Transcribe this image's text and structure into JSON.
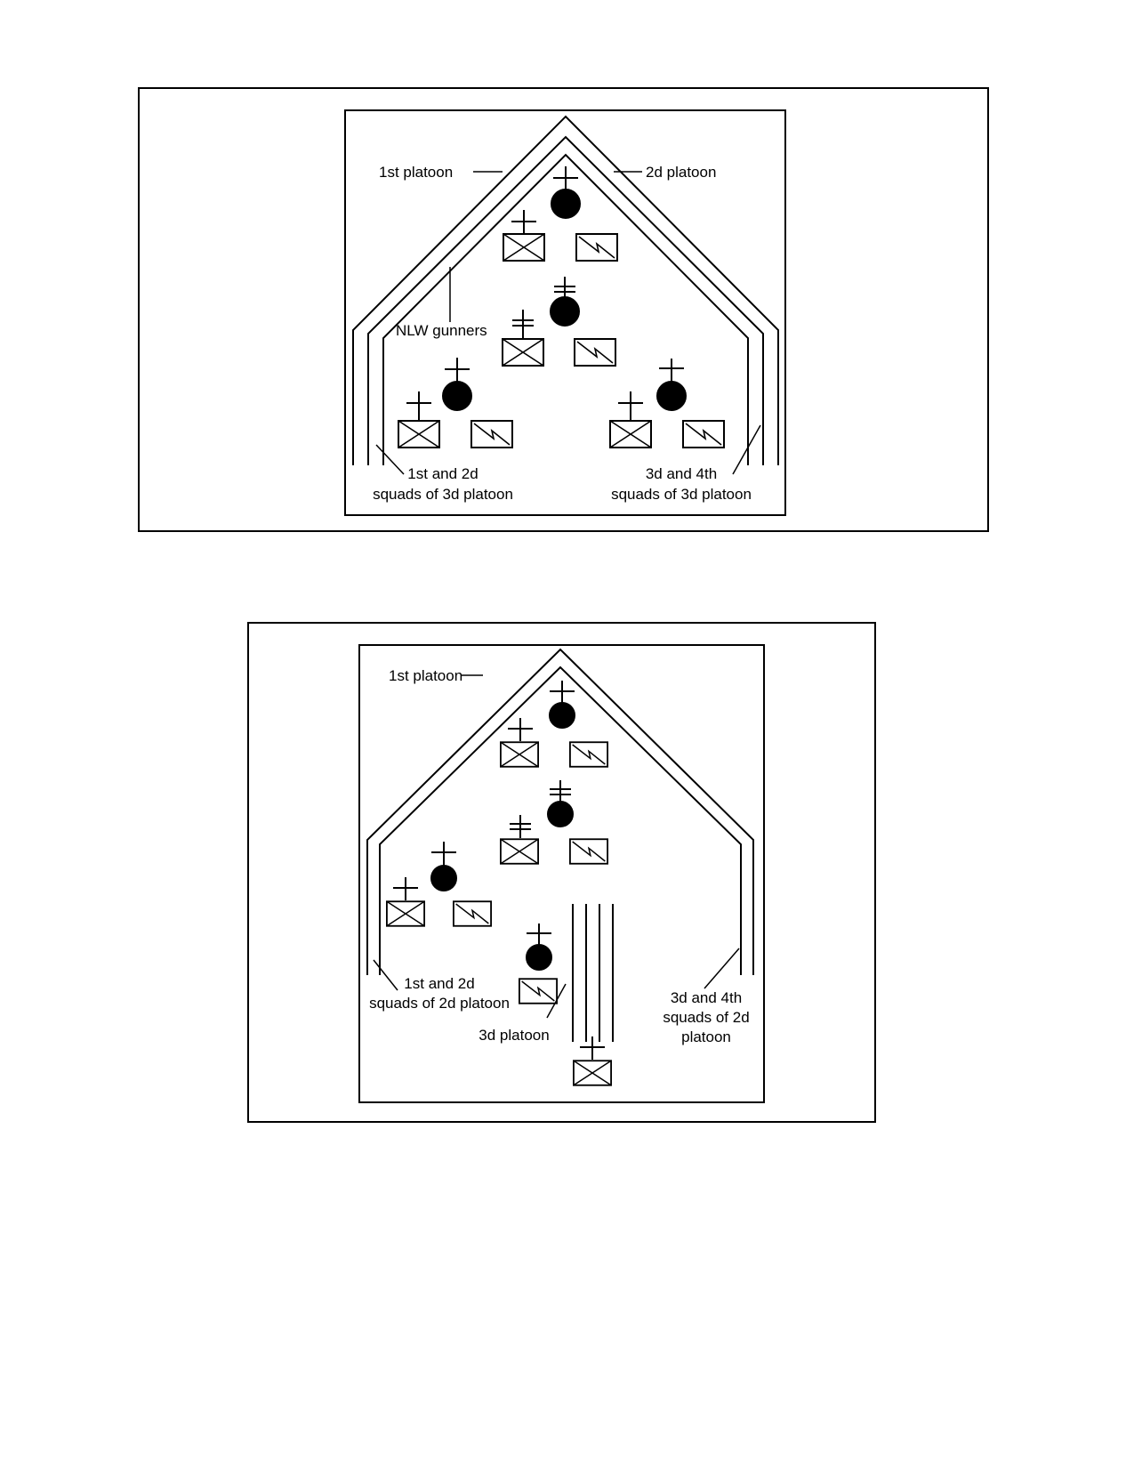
{
  "figure_1": {
    "labels": {
      "first_platoon": "1st platoon",
      "second_platoon": "2d platoon",
      "nlw_gunners": "NLW gunners",
      "left_squads_line1": "1st and 2d",
      "left_squads_line2": "squads of 3d platoon",
      "right_squads_line1": "3d and 4th",
      "right_squads_line2": "squads of 3d platoon"
    }
  },
  "figure_2": {
    "labels": {
      "first_platoon": "1st platoon",
      "left_squads_line1": "1st and 2d",
      "left_squads_line2": "squads of 2d platoon",
      "third_platoon": "3d platoon",
      "right_squads_line1": "3d and 4th",
      "right_squads_line2": "squads of 2d",
      "right_squads_line3": "platoon"
    }
  },
  "symbols": {
    "leader": "filled-circle-with-cross",
    "infantry_unit": "box-with-x",
    "signal_unit": "box-with-lightning"
  }
}
